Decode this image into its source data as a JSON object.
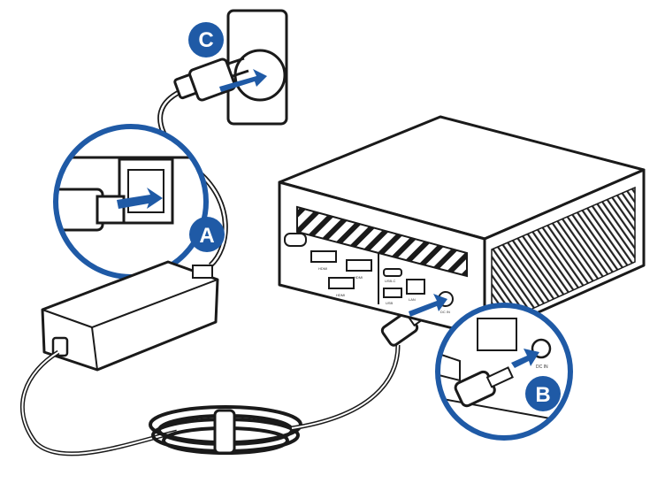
{
  "steps": [
    {
      "id": "A",
      "label": "A"
    },
    {
      "id": "B",
      "label": "B"
    },
    {
      "id": "C",
      "label": "C"
    }
  ],
  "port_labels": {
    "hdmi_1": "HDMI",
    "hdmi_2": "HDMI",
    "hdmi_3": "HDMI",
    "usb_c": "USB-C",
    "usb_a": "USB",
    "lan": "LAN",
    "dc_in": "DC IN",
    "dc_in_zoom": "DC IN"
  },
  "colors": {
    "accent": "#1f5aa6",
    "outline": "#1a1a1a",
    "panel": "#e6e6e6"
  },
  "icons": {
    "wall_outlet": "wall-outlet-icon",
    "power_adapter": "power-adapter-icon",
    "mini_pc": "mini-pc-icon",
    "plug": "plug-icon"
  }
}
